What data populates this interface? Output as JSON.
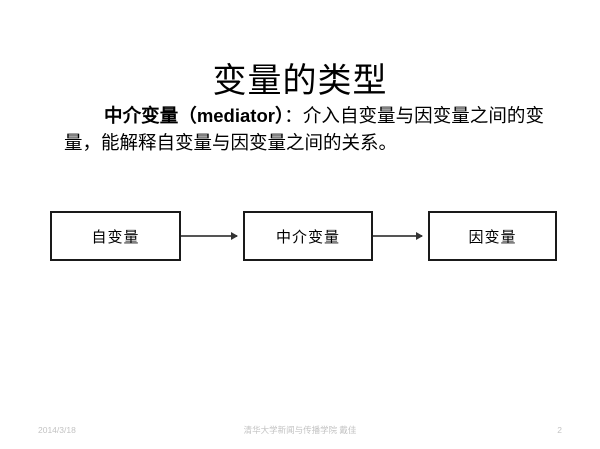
{
  "slide": {
    "title": "变量的类型",
    "body": {
      "lead": "中介变量（mediator）",
      "rest": "：介入自变量与因变量之间的变量，能解释自变量与因变量之间的关系。"
    },
    "diagram": {
      "type": "flow",
      "nodes": [
        {
          "id": "independent",
          "label": "自变量"
        },
        {
          "id": "mediator",
          "label": "中介变量"
        },
        {
          "id": "dependent",
          "label": "因变量"
        }
      ],
      "arrows": [
        {
          "from": "independent",
          "to": "mediator"
        },
        {
          "from": "mediator",
          "to": "dependent"
        }
      ],
      "box_border_color": "#1a1a1a",
      "arrow_color": "#555555"
    },
    "footer": {
      "date": "2014/3/18",
      "center": "清华大学新闻与传播学院 戴佳",
      "page_number": "2",
      "color": "#c3c3c3"
    }
  }
}
